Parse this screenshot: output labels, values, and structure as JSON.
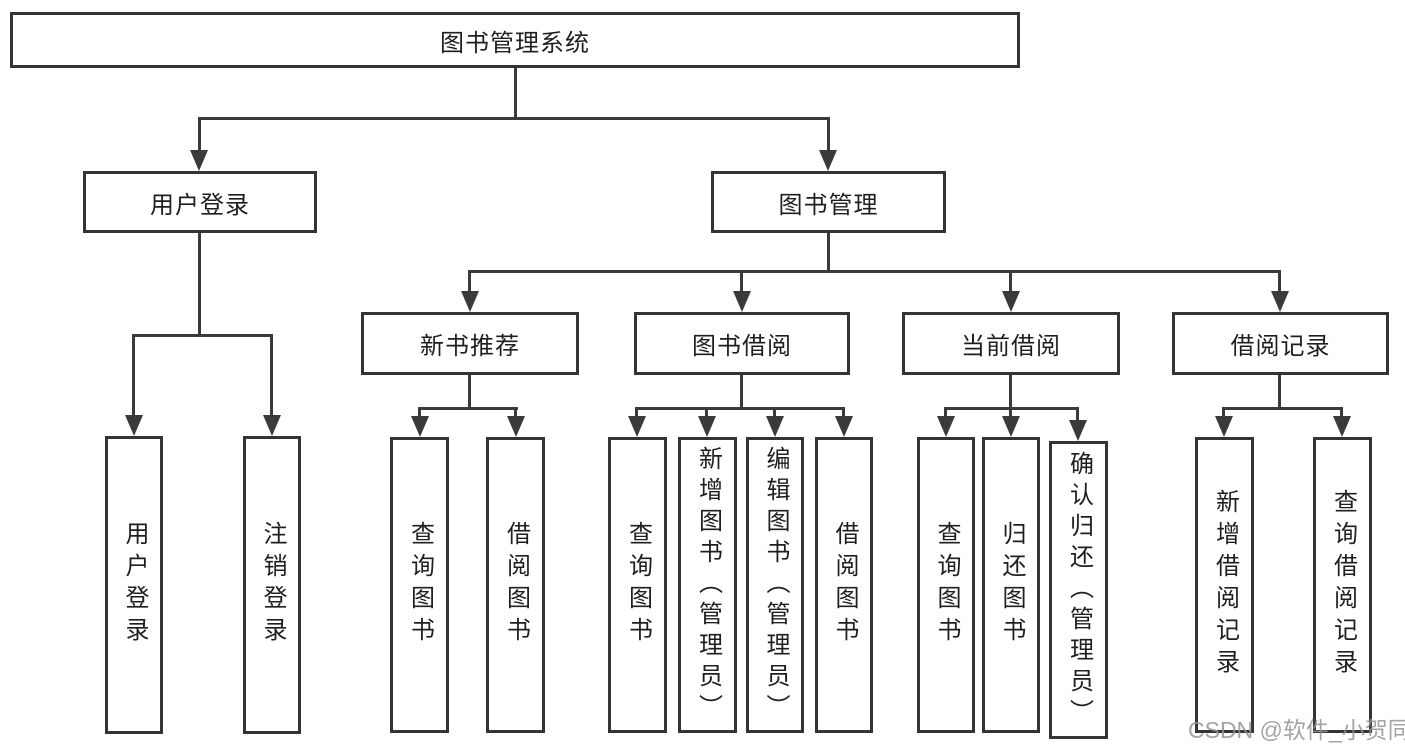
{
  "diagram": {
    "title": "图书管理系统",
    "root": {
      "label": "图书管理系统"
    },
    "level2": [
      {
        "label": "用户登录"
      },
      {
        "label": "图书管理"
      }
    ],
    "level3": [
      {
        "label": "新书推荐"
      },
      {
        "label": "图书借阅"
      },
      {
        "label": "当前借阅"
      },
      {
        "label": "借阅记录"
      }
    ],
    "leaves": {
      "user_login": [
        "用户登录",
        "注销登录"
      ],
      "new_book": [
        "查询图书",
        "借阅图书"
      ],
      "book_borrow": [
        "查询图书",
        "新增图书（管理员）",
        "编辑图书（管理员）",
        "借阅图书"
      ],
      "current_borrow": [
        "查询图书",
        "归还图书",
        "确认归还（管理员）"
      ],
      "borrow_records": [
        "新增借阅记录",
        "查询借阅记录"
      ]
    }
  },
  "watermark": {
    "text": "CSDN @软件_小贺同学"
  },
  "colors": {
    "line": "#3a3a3a",
    "border": "#343434",
    "text": "#1f1f1f",
    "watermark": "#949494",
    "background": "#ffffff"
  }
}
